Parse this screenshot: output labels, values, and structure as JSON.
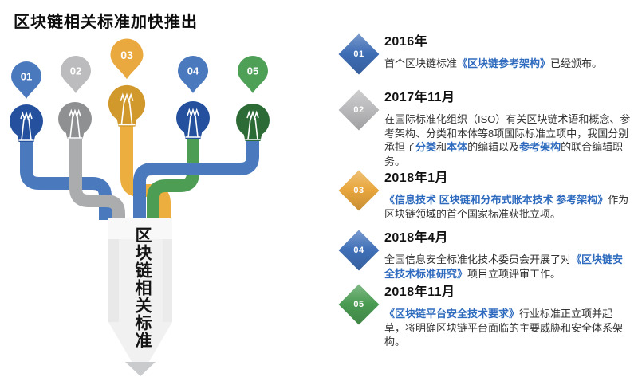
{
  "title": "区块链相关标准加快推出",
  "colors": {
    "link_blue": "#2E6BBF",
    "background": "#FFFFFF"
  },
  "graphic": {
    "pencil_label": "区块链相关标准",
    "pencil_body_color": "#F1F1F1",
    "pencil_tip_color": "#C9CBCD",
    "items": [
      {
        "num": "01",
        "pin_color": "#4A79BE",
        "bulb_color": "#24509E",
        "pipe_color": "#4A79BE"
      },
      {
        "num": "02",
        "pin_color": "#BCBCBE",
        "bulb_color": "#8E9092",
        "pipe_color": "#ABACAE"
      },
      {
        "num": "03",
        "pin_color": "#EAA93F",
        "bulb_color": "#D1982B",
        "pipe_color": "#ECAE3E"
      },
      {
        "num": "04",
        "pin_color": "#4A79BE",
        "bulb_color": "#24509E",
        "pipe_color": "#4D9D55"
      },
      {
        "num": "05",
        "pin_color": "#4FA057",
        "bulb_color": "#2D6B36",
        "pipe_color": "#4A79BE"
      }
    ]
  },
  "timeline": {
    "items": [
      {
        "num": "01",
        "date": "2016年",
        "diamond_color": "#3E6DB5",
        "segments": [
          {
            "text": "首个区块链标准"
          },
          {
            "text": "《区块链参考架构》",
            "highlight": true
          },
          {
            "text": "已经颁布。"
          }
        ]
      },
      {
        "num": "02",
        "date": "2017年11月",
        "diamond_color": "#B9B9BB",
        "segments": [
          {
            "text": "在国际标准化组织（ISO）有关区块链术语和概念、参考架构、分类和本体等8项国际标准立项中，我国分别承担了"
          },
          {
            "text": "分类",
            "highlight": true
          },
          {
            "text": "和"
          },
          {
            "text": "本体",
            "highlight": true
          },
          {
            "text": "的编辑以及"
          },
          {
            "text": "参考架构",
            "highlight": true
          },
          {
            "text": "的联合编辑职务。"
          }
        ]
      },
      {
        "num": "03",
        "date": "2018年1月",
        "diamond_color": "#E8A63C",
        "segments": [
          {
            "text": "《信息技术 区块链和分布式账本技术 参考架构》",
            "highlight": true
          },
          {
            "text": "作为区块链领域的首个国家标准获批立项。"
          }
        ]
      },
      {
        "num": "04",
        "date": "2018年4月",
        "diamond_color": "#4070B8",
        "segments": [
          {
            "text": "全国信息安全标准化技术委员会开展了对"
          },
          {
            "text": "《区块链安全技术标准研究》",
            "highlight": true
          },
          {
            "text": "项目立项评审工作。"
          }
        ]
      },
      {
        "num": "05",
        "date": "2018年11月",
        "diamond_color": "#4A9B52",
        "segments": [
          {
            "text": "《区块链平台安全技术要求》",
            "highlight": true
          },
          {
            "text": "行业标准正立项并起草，将明确区块链平台面临的主要威胁和安全体系架构。"
          }
        ]
      }
    ]
  }
}
